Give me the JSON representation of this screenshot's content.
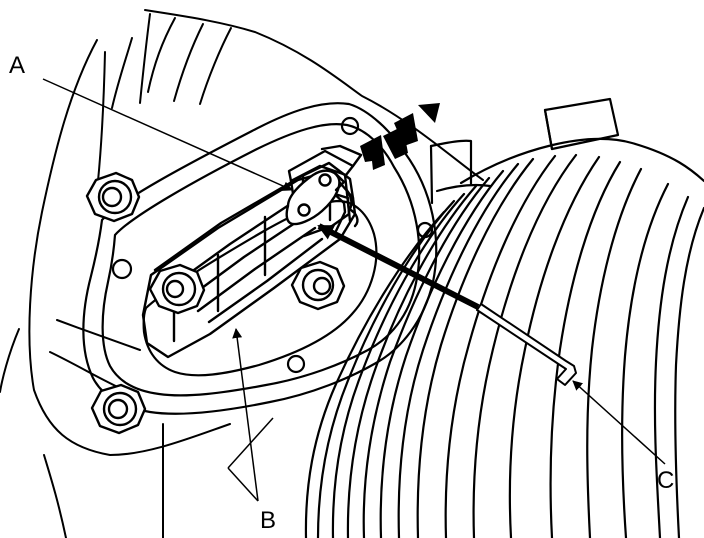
{
  "diagram": {
    "callouts": {
      "a": "A",
      "b": "B",
      "c": "C"
    },
    "colors": {
      "line": "#000000",
      "background": "#ffffff"
    },
    "parts": [
      "engine-block",
      "mounting-plate",
      "bracket",
      "tensioner-pivot",
      "bolts",
      "crankshaft-pulley",
      "pin-tool",
      "direction-arrows"
    ]
  }
}
